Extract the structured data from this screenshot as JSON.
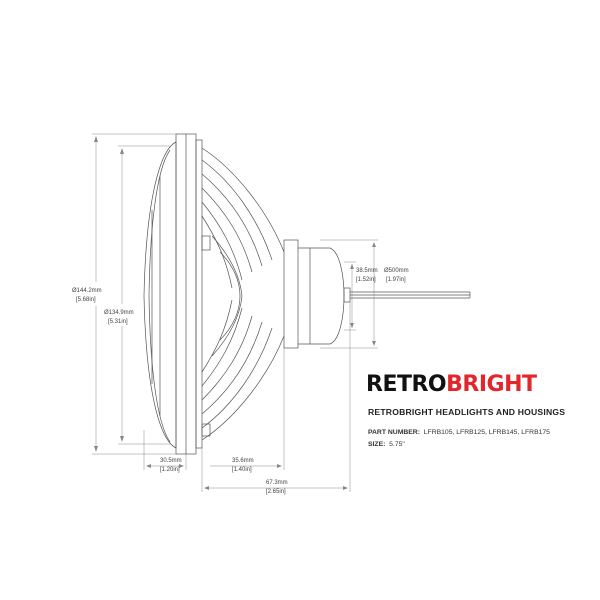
{
  "brand": {
    "logo_part1": "RETRO",
    "logo_part2": "BRIGHT",
    "logo_color_primary": "#111111",
    "logo_color_accent": "#e3262b"
  },
  "product": {
    "title": "RETROBRIGHT HEADLIGHTS AND HOUSINGS",
    "part_number_label": "PART NUMBER:",
    "part_number_value": "LFRB105, LFRB125, LFRB145, LFRB175",
    "size_label": "SIZE:",
    "size_value": "5.75\""
  },
  "dimensions": {
    "outer_diameter": {
      "mm": "Ø144.2mm",
      "in": "[5.68in]"
    },
    "lens_diameter": {
      "mm": "Ø134.9mm",
      "in": "[5.31in]"
    },
    "connector_length": {
      "mm": "38.5mm",
      "in": "[1.52in]"
    },
    "connector_diameter": {
      "mm": "Ø500mm",
      "in": "[1.97in]"
    },
    "lens_depth": {
      "mm": "30.5mm",
      "in": "[1.20in]"
    },
    "housing_depth": {
      "mm": "35.6mm",
      "in": "[1.40in]"
    },
    "total_depth": {
      "mm": "67.3mm",
      "in": "[2.65in]"
    }
  }
}
